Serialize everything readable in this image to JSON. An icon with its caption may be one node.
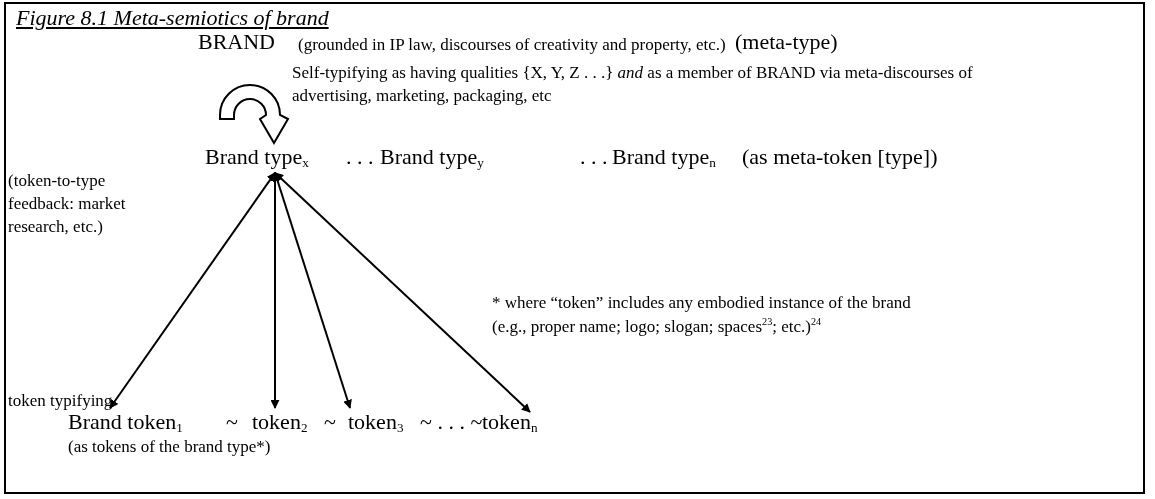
{
  "diagram": {
    "title": "Figure 8.1 Meta-semiotics of brand",
    "nodes": [
      {
        "text": [
          "BRAND"
        ],
        "beside": [
          "(grounded in IP law, discourses of creativity and property, etc.)"
        ]
      },
      {
        "text": [
          "Brand type$_{x}$"
        ]
      },
      {
        "text": [
          "Brand type$_{y}$"
        ]
      },
      {
        "text": [
          "Brand type$_{n}$"
        ],
        "beside": [
          "(as meta-token [type])"
        ]
      },
      {
        "text": [
          "Brand token$_{1}$"
        ]
      },
      {
        "text": [
          "token$_{2}$"
        ]
      },
      {
        "text": [
          "token$_{3}$"
        ]
      },
      {
        "text": [
          "token$_{n}$"
        ]
      }
    ],
    "edges": [
      {
        "from": 0,
        "to": 1,
        "arrow": "to",
        "style": "thick"
      },
      {
        "from": 1,
        "to": 4,
        "arrow": "both"
      },
      {
        "from": 1,
        "to": 5,
        "arrow": "both"
      },
      {
        "from": 1,
        "to": 6,
        "arrow": "both"
      },
      {
        "from": 1,
        "to": 7,
        "arrow": "both"
      }
    ],
    "labels": [
      "(meta-type)",
      "Self-typifying as having qualities {X, Y, Z . . .} *and* as a member of BRAND via meta-discourses of advertising, marketing, packaging, etc",
      ". . .",
      ". . .",
      "(token-to-type feedback: market research, etc.)",
      "* where “token” includes any embodied instance of the brand (e.g., proper name; logo; slogan; spaces$^{23}$; etc.)$^{24}$",
      "token typifying",
      "~",
      "~",
      "~ . . . ~",
      "(as tokens of the brand type*)"
    ]
  }
}
